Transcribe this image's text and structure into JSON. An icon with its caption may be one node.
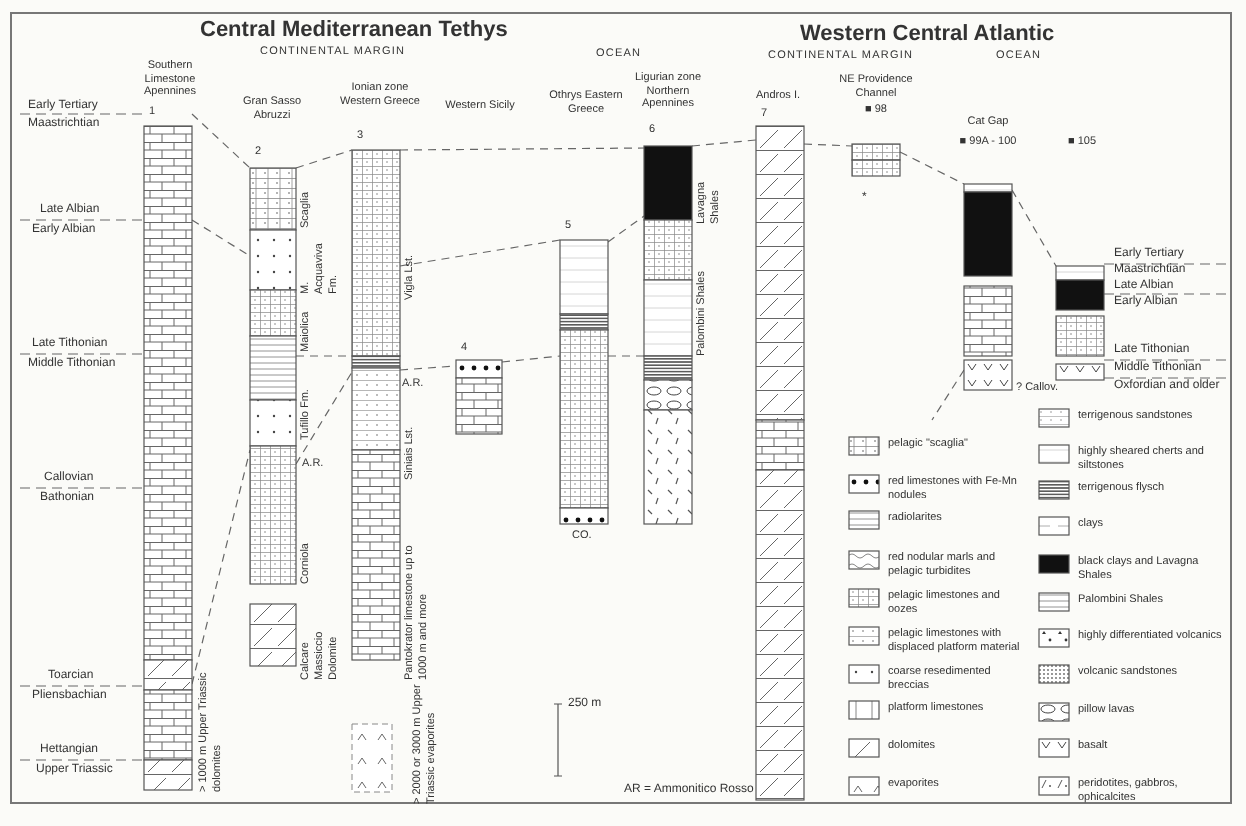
{
  "diagram": {
    "nodes": [
      {
        "text": [
          "1"
        ],
        "beside": [
          "Southern Limestone Apennines",
          "> 1000 m Upper Triassic dolomites"
        ]
      },
      {
        "text": [
          "2"
        ],
        "beside": [
          "Gran Sasso Abruzzi",
          "Scaglia",
          "M. Acquaviva Fm.",
          "Maiolica",
          "Tufillo Fm.",
          "A.R.",
          "Corniola",
          "Calcare Massiccio Dolomite"
        ]
      },
      {
        "text": [
          "3"
        ],
        "beside": [
          "Ionian zone Western Greece",
          "Vigla Lst.",
          "A.R.",
          "Siniais Lst.",
          "Pantokrator limestone up to 1000 m and more",
          "> 2000 or 3000 m Upper Triassic evaporites"
        ]
      },
      {
        "text": [
          "4"
        ]
      },
      {
        "text": [
          "5"
        ],
        "beside": [
          "CO."
        ]
      },
      {
        "text": [
          "6"
        ],
        "beside": [
          "Ligurian zone Northern Apennines",
          "Lavagna Shales",
          "Palombini Shales"
        ]
      },
      {
        "text": [
          "7"
        ],
        "beside": [
          "Andros I."
        ]
      },
      {
        "text": [
          "■ 98"
        ]
      },
      {
        "text": [
          "■ 99A - 100"
        ],
        "beside": [
          "Cat Gap",
          "? Callov."
        ]
      },
      {
        "text": [],
        "shape": "bar"
      }
    ],
    "edges": [
      {
        "from": 0,
        "to": 1,
        "arrow": "none",
        "style": "dashed"
      },
      {
        "from": 0,
        "to": 1,
        "arrow": "none",
        "style": "dashed"
      },
      {
        "from": 1,
        "to": 2,
        "arrow": "none",
        "style": "dashed"
      },
      {
        "from": 2,
        "to": 5,
        "arrow": "none",
        "style": "dashed"
      },
      {
        "from": 2,
        "to": 4,
        "arrow": "none",
        "style": "dashed"
      },
      {
        "from": 4,
        "to": 5,
        "arrow": "none",
        "style": "dashed"
      },
      {
        "from": 1,
        "to": 2,
        "arrow": "none",
        "style": "dashed"
      },
      {
        "from": 2,
        "to": 3,
        "arrow": "none",
        "style": "dashed"
      },
      {
        "from": 3,
        "to": 4,
        "arrow": "none",
        "style": "dashed"
      },
      {
        "from": 4,
        "to": 5,
        "arrow": "none",
        "style": "dashed"
      },
      {
        "from": 5,
        "to": 6,
        "arrow": "none",
        "style": "dashed"
      },
      {
        "from": 6,
        "to": 7,
        "arrow": "none",
        "style": "dashed"
      },
      {
        "from": 7,
        "to": 8,
        "arrow": "none",
        "style": "dashed"
      },
      {
        "from": 8,
        "to": 9,
        "arrow": "none",
        "style": "dashed"
      },
      {
        "from": 8,
        "to": null,
        "arrow": "none",
        "style": "dashed"
      },
      {
        "from": 1,
        "to": 2,
        "arrow": "none",
        "style": "dashed"
      },
      {
        "from": 0,
        "to": 1,
        "arrow": "none",
        "style": "dashed"
      }
    ],
    "labels": [
      "Central Mediterranean Tethys",
      "Western Central Atlantic",
      "CONTINENTAL MARGIN",
      "OCEAN",
      "CONTINENTAL MARGIN",
      "OCEAN",
      "Early Tertiary",
      "Maastrichtian",
      "Late Albian",
      "Early Albian",
      "Late Tithonian",
      "Middle Tithonian",
      "Callovian",
      "Bathonian",
      "Toarcian",
      "Pliensbachian",
      "Hettangian",
      "Upper Triassic",
      "Early Tertiary",
      "Maastrichtian",
      "Late Albian",
      "Early Albian",
      "Late Tithonian",
      "Middle Tithonian",
      "Oxfordian and older",
      "*",
      "250 m",
      "AR = Ammonitico Rosso",
      "Western Sicily",
      "Othrys Eastern Greece",
      "NE Providence Channel",
      "■ 105"
    ],
    "legend": [
      {
        "text": "pelagic \"scaglia\""
      },
      {
        "text": "red limestones with Fe-Mn nodules"
      },
      {
        "text": "radiolarites"
      },
      {
        "text": "red nodular marls and pelagic turbidites"
      },
      {
        "text": "pelagic limestones and oozes"
      },
      {
        "text": "pelagic limestones with displaced platform material"
      },
      {
        "text": "coarse resedimented breccias"
      },
      {
        "text": "platform limestones"
      },
      {
        "text": "dolomites"
      },
      {
        "text": "evaporites"
      },
      {
        "text": "terrigenous sandstones"
      },
      {
        "text": "highly sheared cherts and siltstones"
      },
      {
        "text": "terrigenous flysch"
      },
      {
        "text": "clays"
      },
      {
        "text": "black clays and Lavagna Shales",
        "color": "#111111"
      },
      {
        "text": "Palombini Shales"
      },
      {
        "text": "highly differentiated volcanics"
      },
      {
        "text": "volcanic sandstones"
      },
      {
        "text": "pillow lavas"
      },
      {
        "text": "basalt"
      },
      {
        "text": "peridotites, gabbros, ophicalcites"
      }
    ]
  }
}
